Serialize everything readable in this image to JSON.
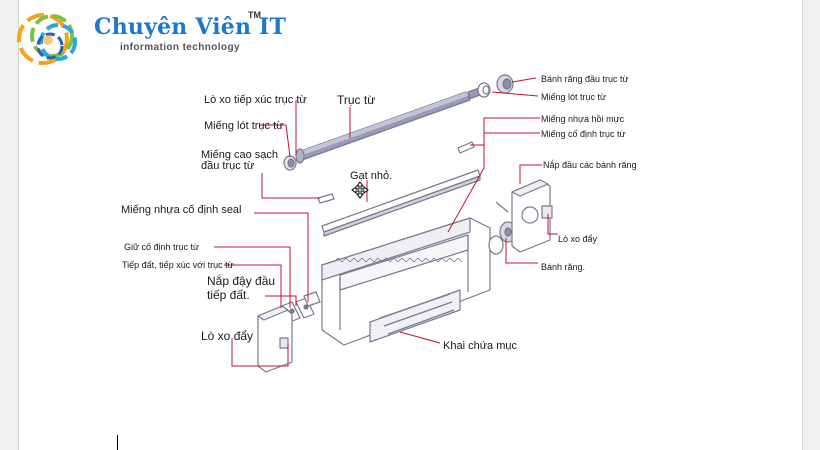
{
  "logo": {
    "brand": "Chuyên Viên IT",
    "tm": "TM",
    "tagline": "information technology",
    "colors": [
      "#f7a21b",
      "#7cc142",
      "#29a8e0",
      "#2b5fae"
    ]
  },
  "labels": {
    "banh_rang_dau_truc_tu": "Bánh răng đầu trục từ",
    "mieng_lot_truc_tu_right": "Miếng lót trục từ",
    "lo_xo_tiep_xuc": "Lò xo tiếp xúc trục từ",
    "truc_tu": "Trục từ",
    "mieng_lot_truc_tu_left": "Miếng lót trục từ",
    "mieng_nhua_hoi_muc": "Miếng nhựa hồi mực",
    "mieng_co_dinh_truc_tu": "Miếng cố định trục từ",
    "mieng_cao_sach_1": "Miếng cao sạch",
    "mieng_cao_sach_2": "đầu trục từ",
    "nap_dau_banh_rang": "Nắp đầu các bánh răng",
    "gat_nho": "Gạt nhỏ.",
    "mieng_nhua_seal": "Miếng nhựa cố định seal",
    "lo_xo_day_right": "Lò xo đẩy",
    "giu_co_dinh": "Giữ cố định trục từ",
    "banh_rang": "Bánh răng.",
    "tiep_dat": "Tiếp đất, tiếp xúc với trục từ",
    "nap_day_1": "Nắp đậy đầu",
    "nap_day_2": "tiếp đất.",
    "lo_xo_day_left": "Lò xo đẩy",
    "khai_chua_muc": "Khai chứa mục"
  },
  "colors": {
    "leader": "#c8102e",
    "outline": "#7a7a8e",
    "roller": "#8a8aa8"
  }
}
